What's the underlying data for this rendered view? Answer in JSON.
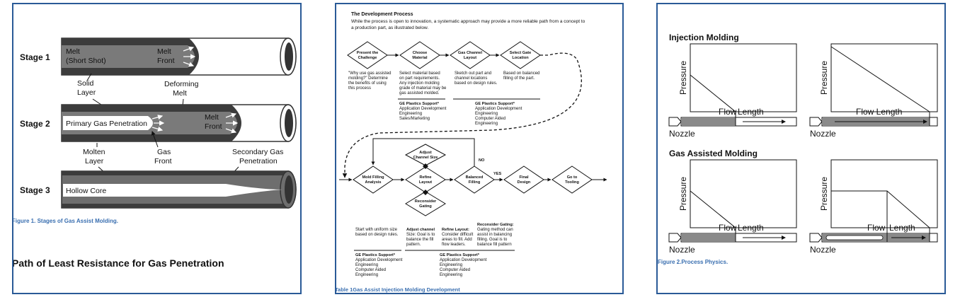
{
  "panel1": {
    "stages": [
      "Stage 1",
      "Stage 2",
      "Stage 3"
    ],
    "labels": {
      "melt_short_shot_line1": "Melt",
      "melt_short_shot_line2": "(Short Shot)",
      "melt_front_1_line1": "Melt",
      "melt_front_1_line2": "Front",
      "solid_layer_line1": "Solid",
      "solid_layer_line2": "Layer",
      "deforming_melt_line1": "Deforming",
      "deforming_melt_line2": "Melt",
      "primary_gas": "Primary Gas Penetration",
      "melt_front_2_line1": "Melt",
      "melt_front_2_line2": "Front",
      "molten_layer_line1": "Molten",
      "molten_layer_line2": "Layer",
      "gas_front_line1": "Gas",
      "gas_front_line2": "Front",
      "secondary_gas_line1": "Secondary Gas",
      "secondary_gas_line2": "Penetration",
      "hollow_core": "Hollow Core"
    },
    "caption": "Figure 1. Stages of Gas Assist Molding.",
    "heading": "Path of Least Resistance for Gas Penetration"
  },
  "panel2": {
    "title": "The Development Process",
    "intro_line1": "While the process is open to innovation, a systematic approach may provide a more reliable path from a concept to",
    "intro_line2": "a production part, as illustrated below.",
    "row1": {
      "steps": [
        {
          "line1": "Present the",
          "line2": "Challenge"
        },
        {
          "line1": "Choose",
          "line2": "Material"
        },
        {
          "line1": "Gas Channel",
          "line2": "Layout"
        },
        {
          "line1": "Select Gate",
          "line2": "Location"
        }
      ],
      "notes": [
        [
          "\"Why use gas assisted",
          "molding?\" Determine",
          "the benefits of using",
          "this process"
        ],
        [
          "Select material based",
          "on part requirements.",
          "Any injection molding",
          "grade of material may be",
          "gas assisted molded."
        ],
        [
          "Sketch out part and",
          "channel locations",
          "based on design rules."
        ],
        [
          "Based on balanced",
          "filling of the part."
        ]
      ],
      "support_left": {
        "title": "GE Plastics Support*",
        "items": [
          "Application Development",
          "Engineering",
          "Sales/Marketing"
        ]
      },
      "support_right": {
        "title": "GE Plastics Support*",
        "items": [
          "Application Development",
          "Engineering",
          "Computer Aided",
          "Engineering"
        ]
      }
    },
    "row2": {
      "mold": {
        "line1": "Mold Filling",
        "line2": "Analysis"
      },
      "adjust": {
        "line1": "Adjust",
        "line2": "Channel Size"
      },
      "refine": {
        "line1": "Refine",
        "line2": "Layout"
      },
      "reconsider": {
        "line1": "Reconsider",
        "line2": "Gating"
      },
      "balanced": {
        "line1": "Balanced",
        "line2": "Filling"
      },
      "final": {
        "line1": "Final",
        "line2": "Design"
      },
      "tooling": {
        "line1": "Go to",
        "line2": "Tooling"
      },
      "no": "NO",
      "yes": "YES",
      "notes": {
        "start": [
          "Start with uniform size",
          "based on design rules."
        ],
        "adjust_bold": "Adjust channel",
        "adjust": [
          "Size: Goal is to",
          "balance the fill",
          "pattern."
        ],
        "refine_bold": "Refine Layout:",
        "refine": [
          "Consider difficult",
          "areas to fill. Add",
          "flow leaders."
        ],
        "gating_bold": "Reconsider Gating:",
        "gating": [
          "Gating method can",
          "assist in balancing",
          "filling. Goal is to",
          "balance fill pattern"
        ]
      },
      "support_left": {
        "title": "GE Plastics Support*",
        "items": [
          "Application Development",
          "Engineering",
          "Computer Aided",
          "Engineering"
        ]
      },
      "support_right": {
        "title": "GE Plastics Support*",
        "items": [
          "Application Development",
          "Engineering",
          "Computer Aided",
          "Engineering"
        ]
      }
    },
    "caption": "Table 1Gas Assist Injection Molding Development"
  },
  "panel3": {
    "section1": "Injection Molding",
    "section2": "Gas Assisted Molding",
    "y_label": "Pressure",
    "flow_label": "Flow",
    "length_label": "Length",
    "flow_length_label": "Flow Length",
    "nozzle_label": "Nozzle",
    "caption": "Figure 2.Process Physics."
  },
  "colors": {
    "border": "#2a5a97",
    "caption": "#3a6fb0",
    "pipe_melt": "#6d6d6d",
    "pipe_wall": "#3c3c3c",
    "fill_gray": "#8a8a8a"
  }
}
